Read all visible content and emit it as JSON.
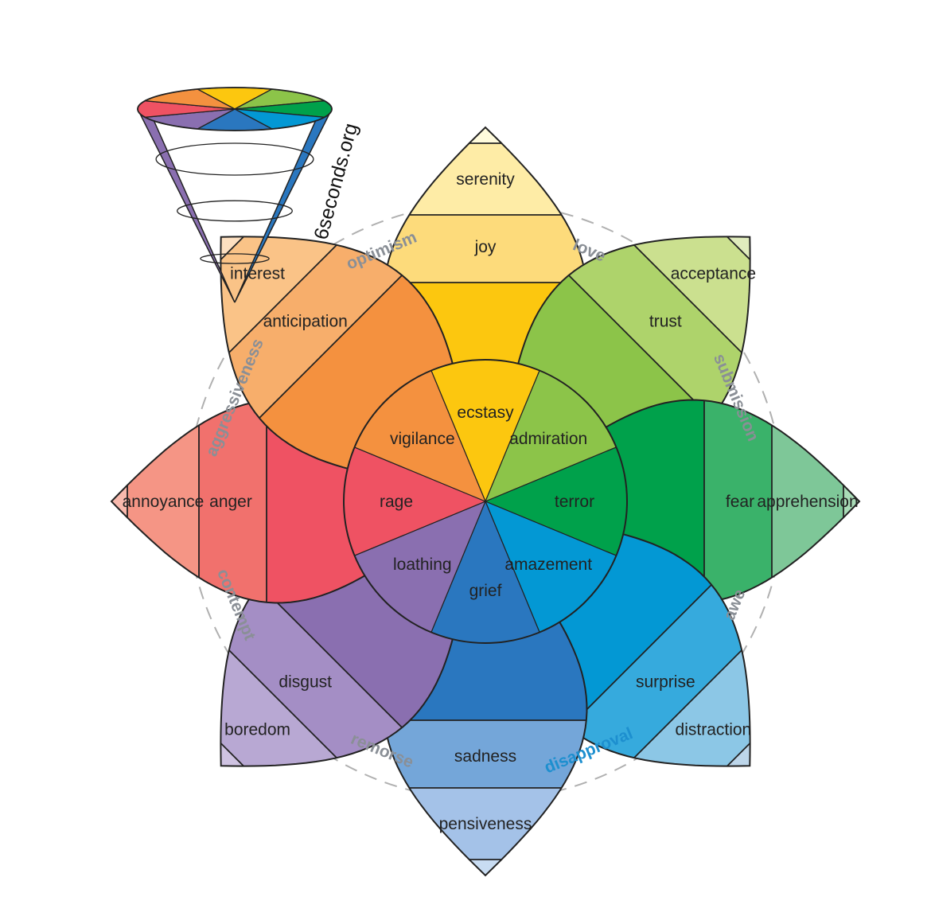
{
  "diagram": {
    "brand": "6seconds.org",
    "petals": [
      {
        "name": "joy",
        "angle": -90,
        "intense": "ecstasy",
        "basic": "joy",
        "mild": "serenity",
        "colors": [
          "#fcc70f",
          "#fddb7b",
          "#feeca6",
          "#fffbdc"
        ]
      },
      {
        "name": "trust",
        "angle": -45,
        "intense": "admiration",
        "basic": "trust",
        "mild": "acceptance",
        "colors": [
          "#8cc449",
          "#aed36b",
          "#cbe08f",
          "#e0ecbd"
        ]
      },
      {
        "name": "fear",
        "angle": 0,
        "intense": "terror",
        "basic": "fear",
        "mild": "apprehension",
        "colors": [
          "#00a14b",
          "#3ab26a",
          "#7ec798",
          "#a9dbb7"
        ]
      },
      {
        "name": "surprise",
        "angle": 45,
        "intense": "amazement",
        "basic": "surprise",
        "mild": "distraction",
        "colors": [
          "#0398d4",
          "#36aadd",
          "#8cc7e6",
          "#bdd6ea"
        ]
      },
      {
        "name": "sadness",
        "angle": 90,
        "intense": "grief",
        "basic": "sadness",
        "mild": "pensiveness",
        "colors": [
          "#2a77bf",
          "#74a6d9",
          "#a4c2e8",
          "#c8dcf2"
        ]
      },
      {
        "name": "disgust",
        "angle": 135,
        "intense": "loathing",
        "basic": "disgust",
        "mild": "boredom",
        "colors": [
          "#8a6fb0",
          "#a48ec5",
          "#b8a8d3",
          "#cfc3e2"
        ]
      },
      {
        "name": "anger",
        "angle": 180,
        "intense": "rage",
        "basic": "anger",
        "mild": "annoyance",
        "colors": [
          "#ef5263",
          "#f1716d",
          "#f59585",
          "#f8b9ad"
        ]
      },
      {
        "name": "anticipation",
        "angle": -135,
        "intense": "vigilance",
        "basic": "anticipation",
        "mild": "interest",
        "colors": [
          "#f4913f",
          "#f7ae6b",
          "#fac387",
          "#fde0c1"
        ]
      }
    ],
    "dyads": [
      {
        "label": "optimism",
        "angle": -112.5,
        "color": "#8a8f96"
      },
      {
        "label": "love",
        "angle": -67.5,
        "color": "#8a8f96"
      },
      {
        "label": "submission",
        "angle": -22.5,
        "color": "#8a8f96"
      },
      {
        "label": "awe",
        "angle": 22.5,
        "color": "#8a8f96"
      },
      {
        "label": "disapproval",
        "angle": 67.5,
        "color": "#1d8fcf"
      },
      {
        "label": "remorse",
        "angle": 112.5,
        "color": "#8a8f96"
      },
      {
        "label": "contempt",
        "angle": 157.5,
        "color": "#8a8f96"
      },
      {
        "label": "aggressiveness",
        "angle": -157.5,
        "color": "#8a8f96"
      }
    ],
    "cone_colors": [
      "#fcc70f",
      "#8cc449",
      "#00a14b",
      "#0398d4",
      "#2a77bf",
      "#8a6fb0",
      "#ef5263",
      "#f4913f"
    ]
  }
}
